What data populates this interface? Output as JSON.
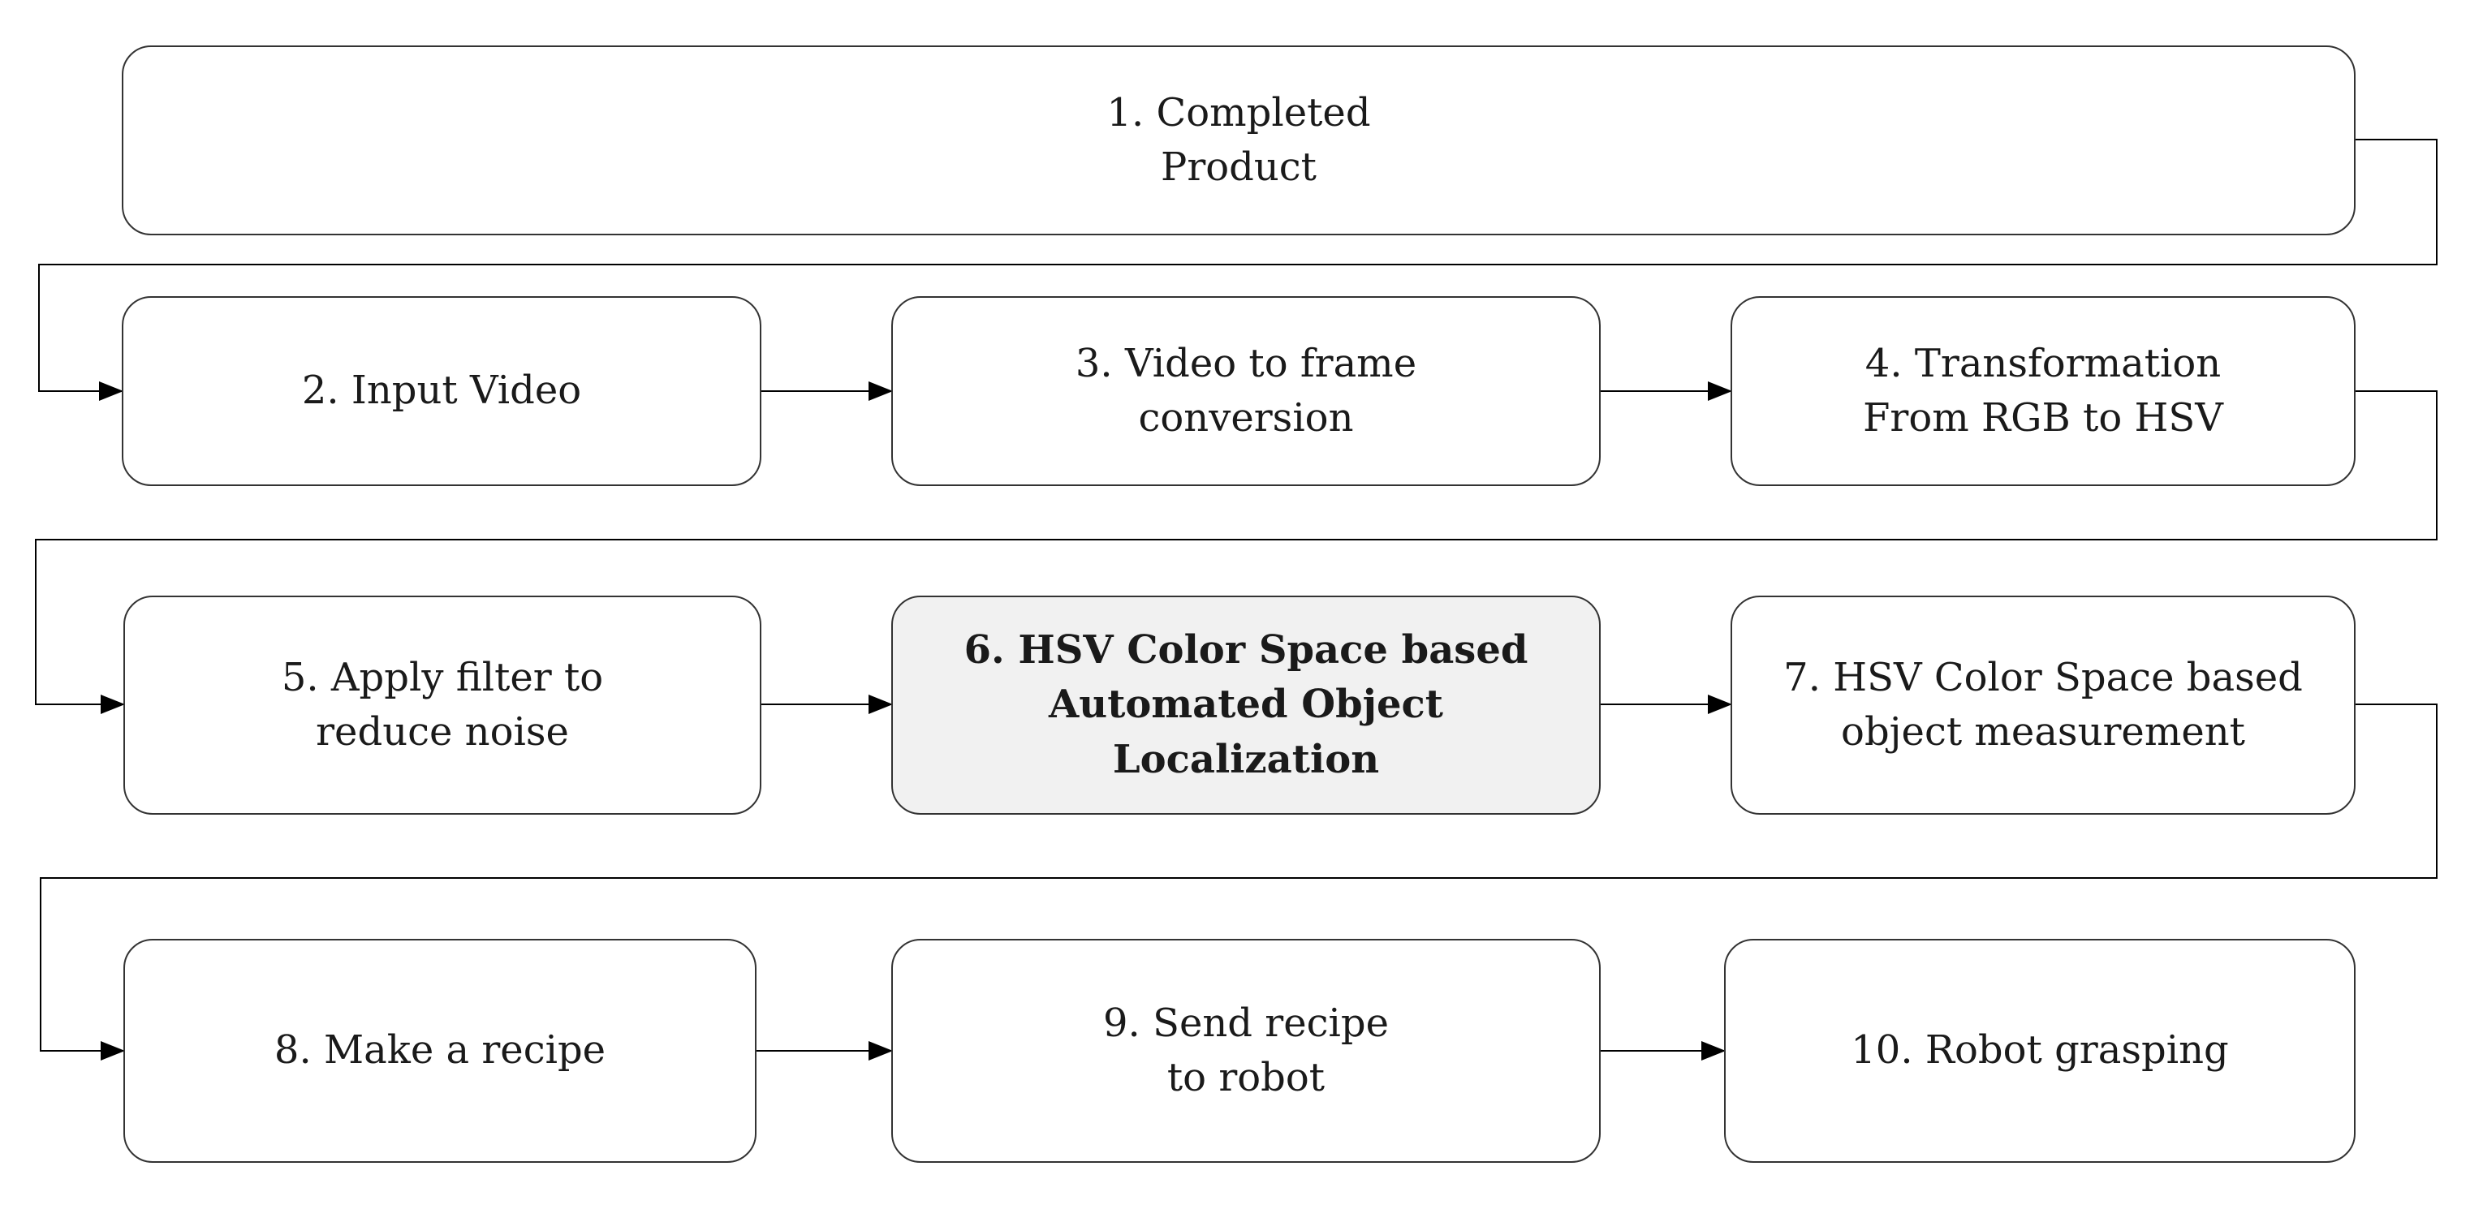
{
  "steps": [
    {
      "label": "1. Completed\nProduct"
    },
    {
      "label": "2. Input Video"
    },
    {
      "label": "3. Video to frame\nconversion"
    },
    {
      "label": "4. Transformation\nFrom RGB to HSV"
    },
    {
      "label": "5. Apply filter to\nreduce noise"
    },
    {
      "label": "6. HSV Color Space based\nAutomated Object\nLocalization"
    },
    {
      "label": "7. HSV Color Space based\nobject measurement"
    },
    {
      "label": "8. Make a recipe"
    },
    {
      "label": "9. Send recipe\nto robot"
    },
    {
      "label": "10. Robot grasping"
    }
  ],
  "colors": {
    "stroke": "#333333",
    "highlight_fill": "#f1f1f1"
  }
}
